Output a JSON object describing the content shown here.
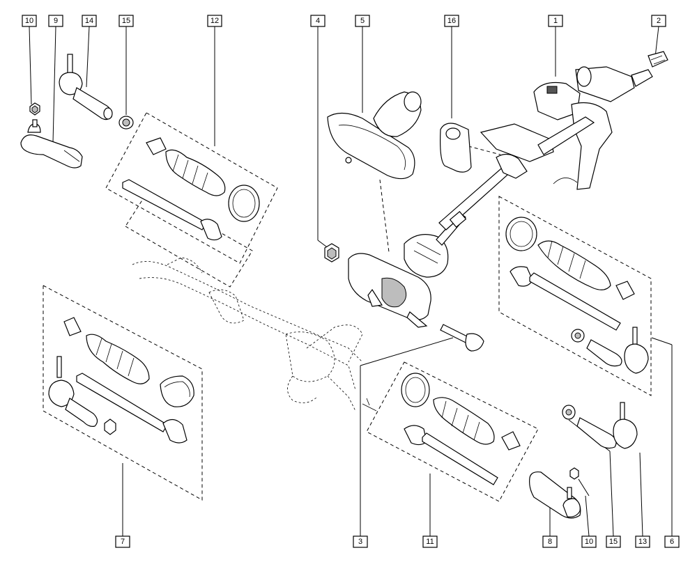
{
  "callouts": {
    "c10_top": "10",
    "c9": "9",
    "c14": "14",
    "c15_top": "15",
    "c12": "12",
    "c4": "4",
    "c5": "5",
    "c16": "16",
    "c1": "1",
    "c2": "2",
    "c7": "7",
    "c3": "3",
    "c11": "11",
    "c8": "8",
    "c10_bottom": "10",
    "c15_bottom": "15",
    "c13": "13",
    "c6": "6"
  },
  "icons": {
    "tie_rod_end": "tie-rod-end-icon",
    "bellows_boot": "bellows-boot-icon",
    "collar": "collar-icon",
    "nut": "nut-icon",
    "inner_tie_rod": "inner-tie-rod-icon",
    "steering_column": "steering-column-icon",
    "steering_rack_housing": "steering-rack-housing-icon"
  },
  "colors": {
    "line": "#000000",
    "background": "#ffffff"
  }
}
